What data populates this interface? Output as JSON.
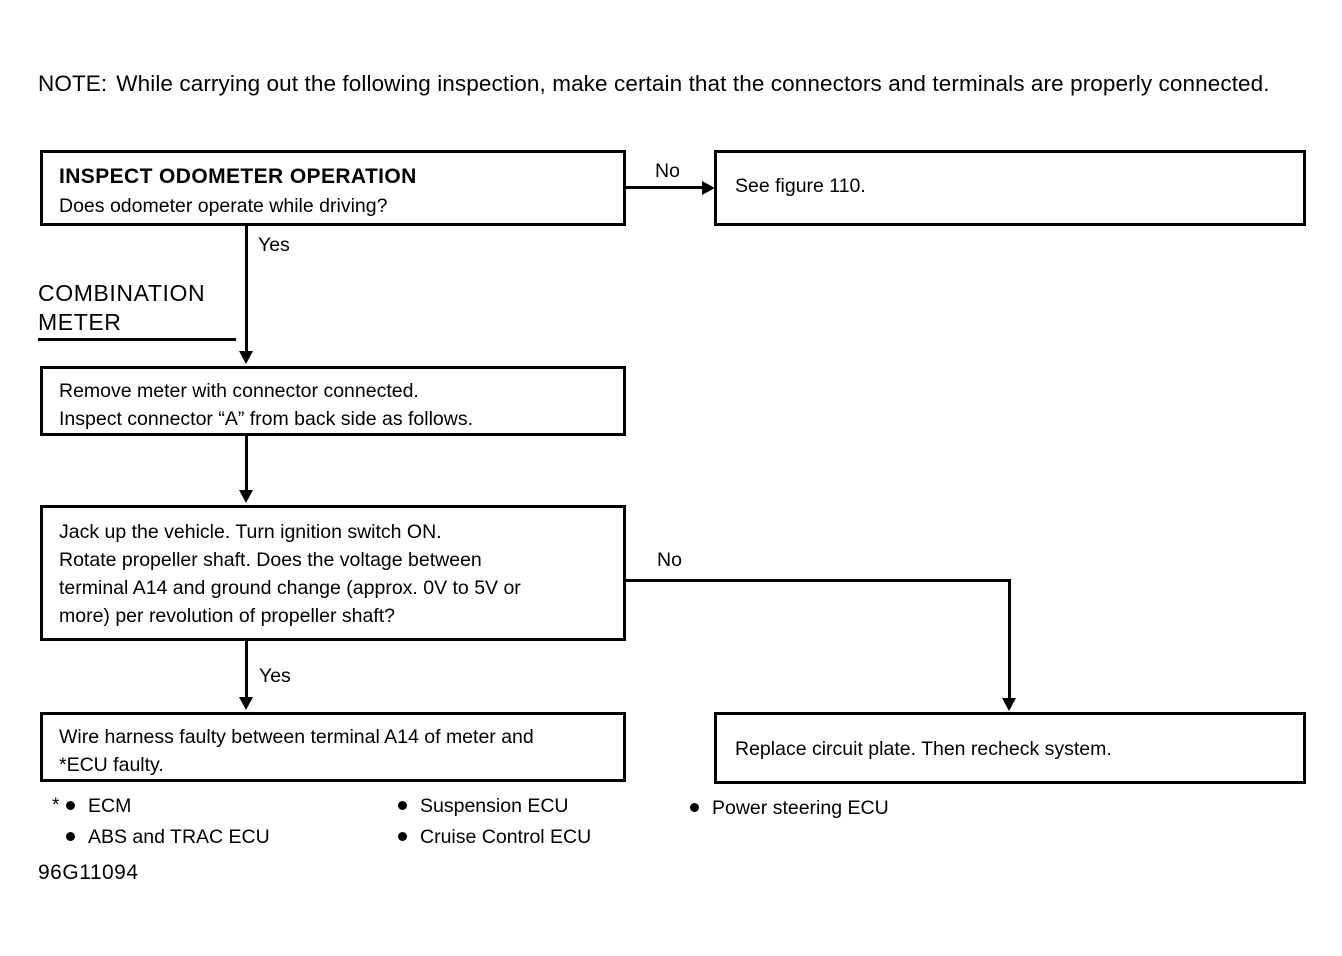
{
  "document": {
    "figure_code": "96G11094",
    "note": {
      "label": "NOTE:",
      "text": "While carrying out the following inspection, make certain that the connectors and terminals are properly connected."
    },
    "section_heading": {
      "line1": "COMBINATION",
      "line2": "METER"
    }
  },
  "flowchart": {
    "type": "troubleshooting-flowchart",
    "nodes": {
      "inspect_odometer": {
        "title": "INSPECT ODOMETER OPERATION",
        "question": "Does odometer operate while driving?"
      },
      "see_figure": {
        "text": "See figure 110."
      },
      "remove_meter": {
        "line1": "Remove meter with connector connected.",
        "line2": "Inspect connector “A” from back side as follows."
      },
      "jack_up": {
        "line1": "Jack up the vehicle. Turn ignition switch ON.",
        "line2": "Rotate propeller shaft. Does the voltage between",
        "line3": "terminal A14 and ground change (approx. 0V to 5V or",
        "line4": "more) per revolution of propeller shaft?"
      },
      "wire_harness": {
        "line1": "Wire harness faulty between terminal A14 of meter and",
        "line2": "*ECU faulty."
      },
      "replace_circuit_plate": {
        "text": "Replace circuit plate. Then recheck system."
      }
    },
    "edges": {
      "inspect_no": "No",
      "inspect_yes": "Yes",
      "jackup_no": "No",
      "jackup_yes": "Yes"
    }
  },
  "ecu_lists": {
    "left_footnote_marker": "*",
    "left": [
      {
        "col_a": "ECM",
        "col_b": "Suspension ECU"
      },
      {
        "col_a": "ABS and TRAC ECU",
        "col_b": "Cruise Control ECU"
      }
    ],
    "right": [
      "Power steering ECU"
    ]
  },
  "colors": {
    "ink": "#000000",
    "paper": "#ffffff"
  }
}
